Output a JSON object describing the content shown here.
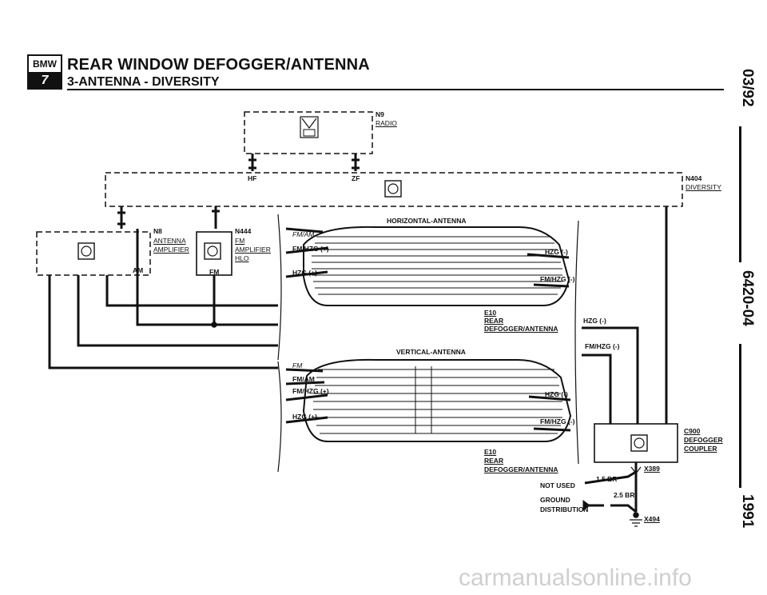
{
  "header": {
    "logo_top": "BMW",
    "logo_bottom": "7",
    "title": "REAR WINDOW DEFOGGER/ANTENNA",
    "subtitle": "3-ANTENNA - DIVERSITY"
  },
  "side": {
    "date": "03/92",
    "doc_number": "6420-04",
    "year": "1991"
  },
  "components": {
    "radio": {
      "id": "N9",
      "name": "RADIO",
      "pin_hf": "HF",
      "pin_zf": "ZF"
    },
    "diversity": {
      "id": "N404",
      "name": "DIVERSITY"
    },
    "antenna_amp": {
      "id": "N8",
      "line1": "ANTENNA",
      "line2": "AMPLIFIER",
      "pin": "AM"
    },
    "fm_amp": {
      "id": "N444",
      "line1": "FM",
      "line2": "AMPLIFIER",
      "line3": "HLO",
      "pin": "FM"
    },
    "coupler": {
      "id": "C900",
      "line1": "DEFOGGER",
      "line2": "COUPLER"
    }
  },
  "horizontal": {
    "title": "HORIZONTAL-ANTENNA",
    "fm_am": "FM/AM",
    "fm_hzg_plus": "FM/HZG (+)",
    "hzg_plus": "HZG (+)",
    "hzg_minus": "HZG (-)",
    "fm_hzg_minus": "FM/HZG (-)",
    "e_id": "E10",
    "e_line1": "REAR",
    "e_line2": "DEFOGGER/ANTENNA"
  },
  "vertical": {
    "title": "VERTICAL-ANTENNA",
    "fm": "FM",
    "fm_am": "FM/AM",
    "fm_hzg_plus": "FM/HZG (+)",
    "hzg_plus": "HZG (+)",
    "hzg_minus": "HZG (-)",
    "fm_hzg_minus": "FM/HZG (-)",
    "e_id": "E10",
    "e_line1": "REAR",
    "e_line2": "DEFOGGER/ANTENNA"
  },
  "coupler_side": {
    "hzg_minus": "HZG (-)",
    "fm_hzg_minus": "FM/HZG (-)"
  },
  "ground": {
    "x389": "X389",
    "wire1": "1.5 BR",
    "not_used": "NOT USED",
    "wire2": "2.5 BR",
    "ground1": "GROUND",
    "ground2": "DISTRIBUTION",
    "x494": "X494"
  },
  "watermark": "carmanualsonline.info"
}
